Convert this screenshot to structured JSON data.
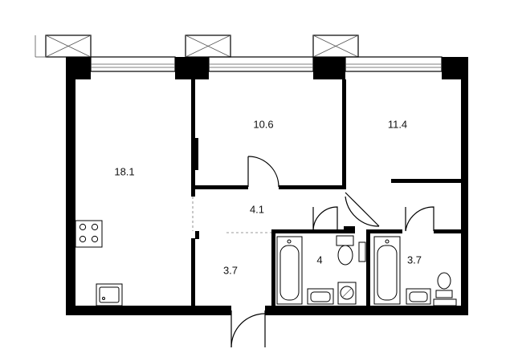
{
  "rooms": [
    {
      "id": "living-kitchen",
      "area": "18.1"
    },
    {
      "id": "bedroom-1",
      "area": "10.6"
    },
    {
      "id": "bedroom-2",
      "area": "11.4"
    },
    {
      "id": "hallway",
      "area": "4.1"
    },
    {
      "id": "entry",
      "area": "3.7"
    },
    {
      "id": "bathroom-1",
      "area": "4"
    },
    {
      "id": "bathroom-2",
      "area": "3.7"
    }
  ],
  "icons": [
    "window-icon",
    "door-swing-icon",
    "stove-icon",
    "sink-icon",
    "bathtub-icon",
    "toilet-icon",
    "washing-machine-icon"
  ]
}
